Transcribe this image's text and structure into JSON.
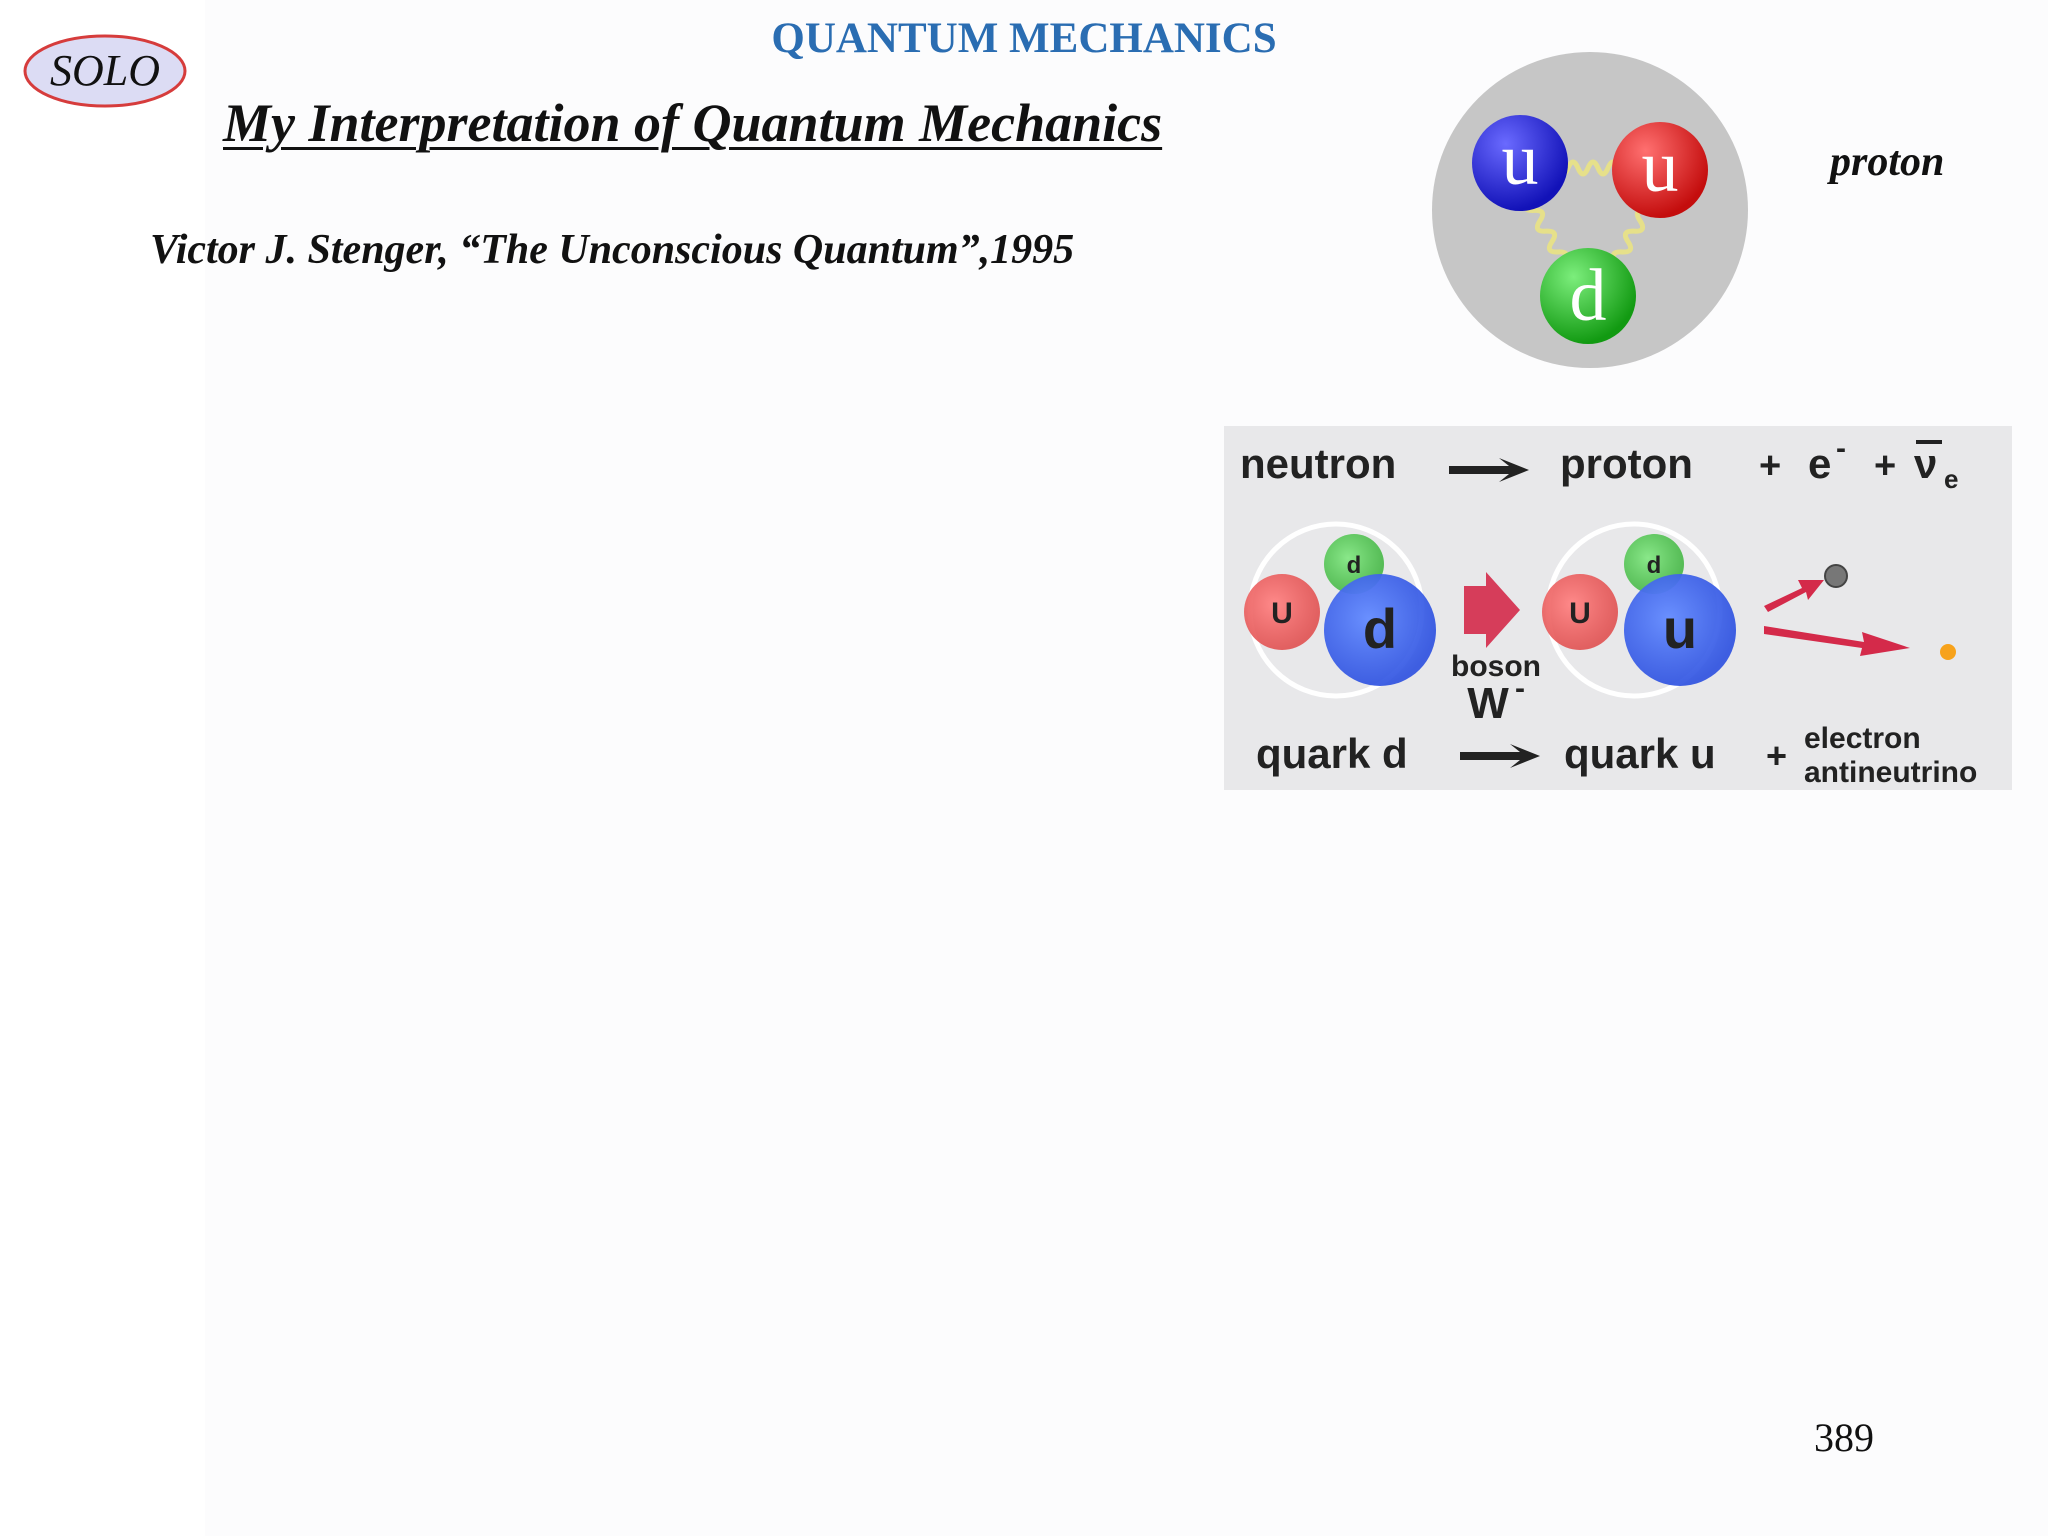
{
  "logo": {
    "text": "SOLO"
  },
  "header": {
    "title": "QUANTUM MECHANICS"
  },
  "slide": {
    "title": "My Interpretation of Quantum Mechanics",
    "citation": "Victor J. Stenger, “The Unconscious Quantum”,1995",
    "page_number": "389"
  },
  "proton_figure": {
    "label": "proton",
    "quarks": [
      "u",
      "u",
      "d"
    ],
    "colors": {
      "background": "#c6c6c6",
      "up_left": "#1a1acf",
      "up_right": "#e01515",
      "down": "#22b322",
      "gluon": "#e6e08a"
    }
  },
  "decay_figure": {
    "equation": {
      "left": "neutron",
      "right": "proton",
      "plus1": "+",
      "electron": "e",
      "electron_charge": "-",
      "plus2": "+",
      "neutrino": "ν",
      "neutrino_sub": "e"
    },
    "neutron_quarks": {
      "small_u": "U",
      "top": "d",
      "big": "d"
    },
    "proton_quarks": {
      "small_u": "U",
      "top": "d",
      "big": "u"
    },
    "boson": {
      "label": "boson",
      "symbol": "W",
      "charge": "-"
    },
    "bottom": {
      "left": "quark d",
      "right": "quark u",
      "plus": "+",
      "product_line1": "electron",
      "product_line2": "antineutrino"
    },
    "colors": {
      "background": "#e8e8ea",
      "red": "#e85050",
      "green": "#4cbf4c",
      "blue": "#3b62e6",
      "arrow": "#d42a4a",
      "particle_grey": "#777777",
      "particle_orange": "#f7a21b"
    }
  }
}
